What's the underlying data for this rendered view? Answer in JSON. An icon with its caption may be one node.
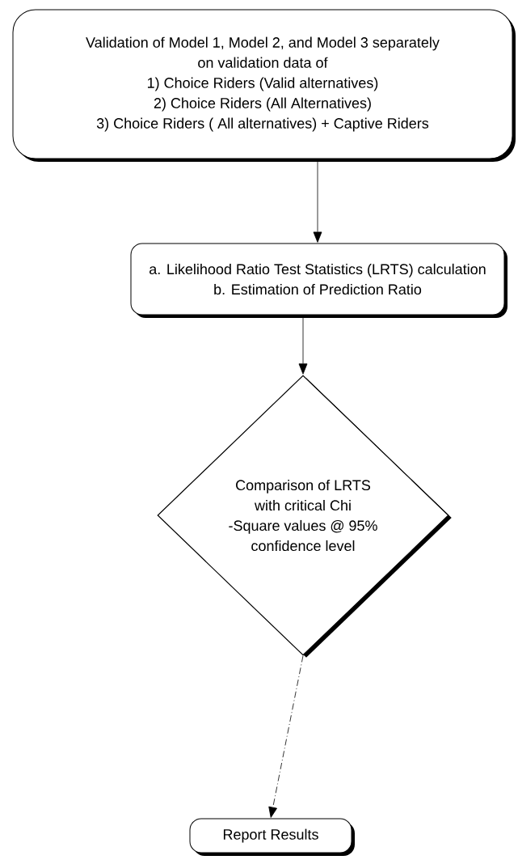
{
  "diagram": {
    "nodes": [
      {
        "text": [
          "Validation of Model 1, Model 2, and Model 3 separately on validation data of",
          "1) Choice Riders (Valid alternatives)",
          "2) Choice Riders (All Alternatives)",
          "3) Choice Riders ( All alternatives) + Captive Riders"
        ]
      },
      {
        "text": [
          "a. Likelihood Ratio Test Statistics (LRTS) calculation",
          "b. Estimation of Prediction Ratio"
        ]
      },
      {
        "text": [
          "Comparison of LRTS with critical Chi -Square values @ 95% confidence level"
        ]
      },
      {
        "text": [
          "Report Results"
        ]
      }
    ],
    "edges": [
      {
        "from": 0,
        "to": 1,
        "arrow": "to"
      },
      {
        "from": 1,
        "to": 2,
        "arrow": "to"
      },
      {
        "from": 2,
        "to": 3,
        "arrow": "to",
        "style": "dashed"
      }
    ]
  }
}
